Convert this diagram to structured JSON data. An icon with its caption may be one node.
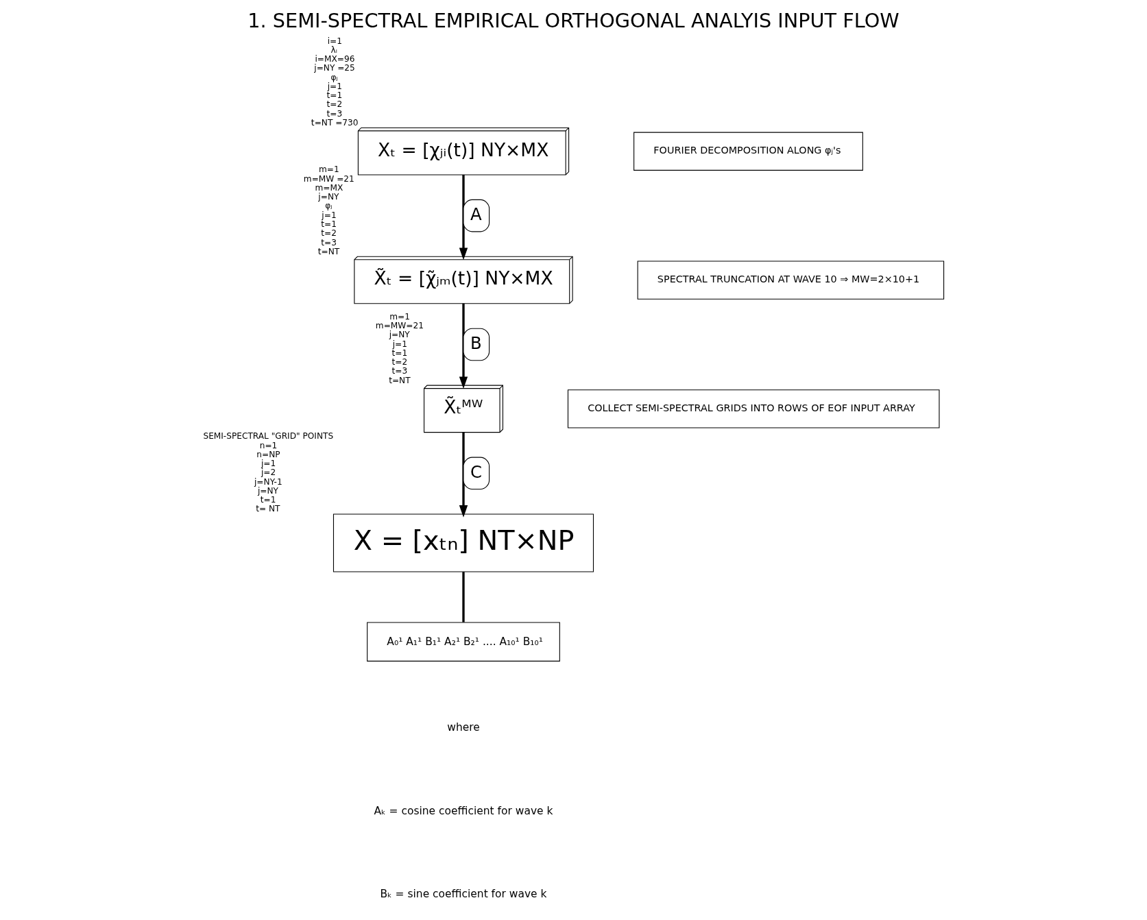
{
  "diagram": {
    "title": "1. SEMI-SPECTRAL EMPIRICAL ORTHOGONAL ANALYIS INPUT FLOW",
    "nodes": [
      {
        "text": [
          "Xₜ = [χⱼᵢ(t)] NY×MX"
        ],
        "beside": [
          "i=1",
          "λᵢ",
          "i=MX=96",
          "j=NY =25",
          "φⱼ",
          "j=1",
          "t=1",
          "t=2",
          "t=3",
          "t=NT =730"
        ]
      },
      {
        "text": [
          "FOURIER DECOMPOSITION ALONG φⱼ's"
        ]
      },
      {
        "text": [
          "X̃ₜ = [χ̃ⱼₘ(t)] NY×MX"
        ],
        "beside": [
          "m=1",
          "m=MW =21",
          "m=MX",
          "j=NY",
          "φⱼ",
          "j=1",
          "t=1",
          "t=2",
          "t=3",
          "t=NT"
        ]
      },
      {
        "text": [
          "SPECTRAL TRUNCATION AT WAVE 10 ⇒ MW=2×10+1"
        ]
      },
      {
        "text": [
          "X̃ₜᴹᵂ"
        ],
        "beside": [
          "m=1",
          "m=MW=21",
          "j=NY",
          "j=1",
          "t=1",
          "t=2",
          "t=3",
          "t=NT"
        ]
      },
      {
        "text": [
          "COLLECT SEMI-SPECTRAL GRIDS INTO ROWS OF EOF INPUT ARRAY"
        ]
      },
      {
        "text": [
          "X = [xₜₙ] NT×NP"
        ],
        "beside": [
          "SEMI-SPECTRAL \"GRID\" POINTS",
          "n=1",
          "n=NP",
          "j=1",
          "j=2",
          "j=NY-1",
          "j=NY",
          "t=1",
          "t= NT"
        ]
      },
      {
        "text": [
          "A₀¹ A₁¹ B₁¹ A₂¹ B₂¹ .... A₁₀¹ B₁₀¹"
        ]
      }
    ],
    "edges": [
      {
        "from": 0,
        "to": 2,
        "arrow": "to",
        "label": "A"
      },
      {
        "from": 2,
        "to": 4,
        "arrow": "to",
        "label": "B"
      },
      {
        "from": 4,
        "to": 6,
        "arrow": "to",
        "label": "C"
      },
      {
        "from": 6,
        "to": 7,
        "arrow": "none"
      }
    ],
    "labels": [
      "where",
      "Aₖ = cosine coefficient for wave k",
      "Bₖ = sine coefficient for wave k"
    ]
  }
}
